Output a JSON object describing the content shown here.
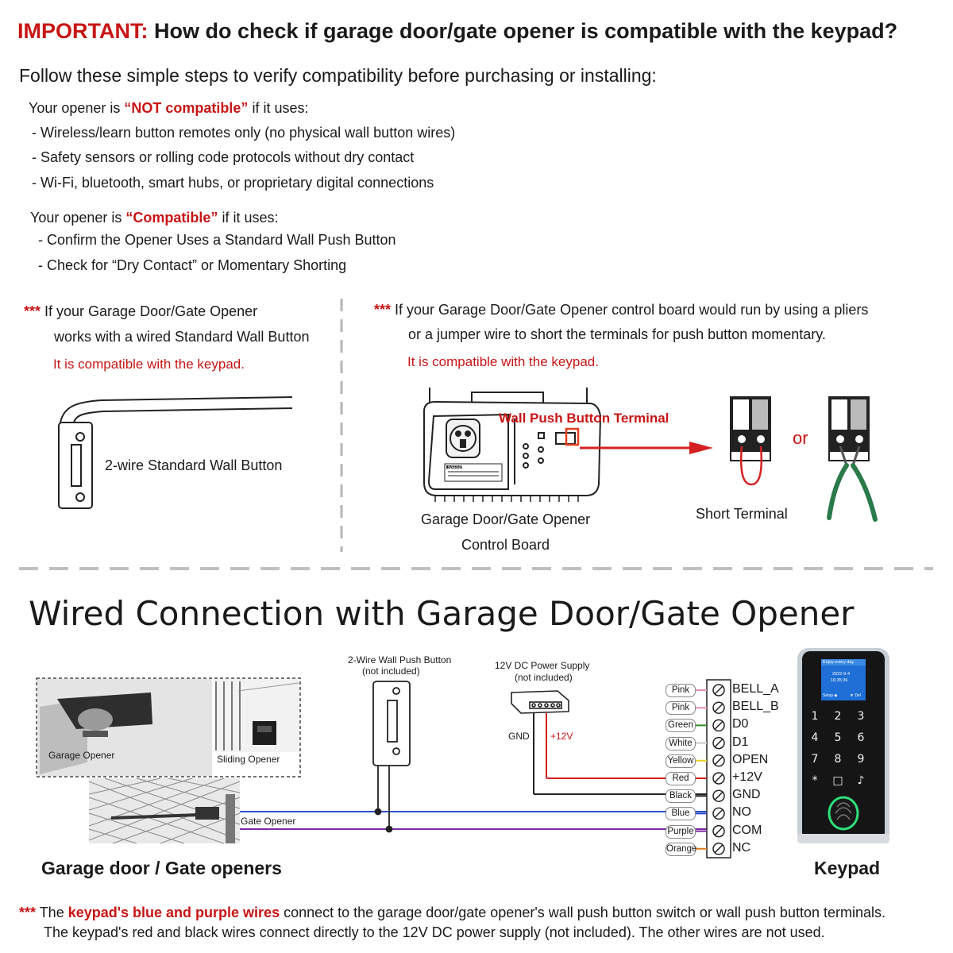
{
  "header": {
    "important": "IMPORTANT:",
    "question": " How do check if garage door/gate opener is compatible with the keypad?",
    "intro": "Follow these simple steps to verify compatibility before purchasing or installing:"
  },
  "not_compatible": {
    "prefix": "Your opener is ",
    "keyword": "“NOT compatible”",
    "suffix": " if it uses:",
    "items": [
      "- Wireless/learn button remotes only (no physical wall button wires)",
      "- Safety sensors or rolling code protocols without dry contact",
      "- Wi-Fi, bluetooth, smart hubs, or proprietary digital connections"
    ]
  },
  "compatible": {
    "prefix": "Your opener is ",
    "keyword": "“Compatible”",
    "suffix": " if it uses:",
    "items": [
      "- Confirm the Opener Uses a Standard Wall Push Button",
      "- Check for “Dry Contact” or Momentary Shorting"
    ]
  },
  "left_panel": {
    "stars": "***",
    "line1": " If your Garage Door/Gate Opener",
    "line2": "works with a wired Standard Wall Button",
    "line3": "It is compatible with the keypad.",
    "button_label": "2-wire Standard Wall Button"
  },
  "right_panel": {
    "stars": "***",
    "line1": " If your Garage Door/Gate Opener control board would run by using a pliers",
    "line2": "or a jumper wire to short the terminals for push button momentary.",
    "line3": "It is compatible with the keypad.",
    "terminal_label": "Wall Push Button Terminal",
    "board_label_1": "Garage Door/Gate Opener",
    "board_label_2": "Control Board",
    "or": "or",
    "short_terminal": "Short Terminal",
    "warning": "WARNING"
  },
  "wiring": {
    "title": "Wired Connection with Garage Door/Gate Opener",
    "garage_opener": "Garage Opener",
    "sliding_opener": "Sliding Opener",
    "gate_opener": "Gate Opener",
    "openers_caption": "Garage door / Gate openers",
    "wall_button_1": "2-Wire Wall Push Button",
    "wall_button_2": "(not included)",
    "psu_1": "12V DC Power Supply",
    "psu_2": "(not included)",
    "gnd": "GND",
    "plus12": "+12V",
    "keypad_caption": "Keypad",
    "keypad_screen_1": "Enjoy every day",
    "keypad_screen_2": "2022-9-4",
    "keypad_screen_3": "16:35:36",
    "keypad_screen_4": "Setup ◆",
    "keypad_screen_5": "▼ Del",
    "keys": [
      "1",
      "2",
      "3",
      "4",
      "5",
      "6",
      "7",
      "8",
      "9",
      "*",
      "□",
      "♪"
    ],
    "wires": [
      {
        "color_name": "Pink",
        "terminal": "BELL_A",
        "hex": "#e58fa6"
      },
      {
        "color_name": "Pink",
        "terminal": "BELL_B",
        "hex": "#e58fa6"
      },
      {
        "color_name": "Green",
        "terminal": "D0",
        "hex": "#2e8b2e"
      },
      {
        "color_name": "White",
        "terminal": "D1",
        "hex": "#cccccc"
      },
      {
        "color_name": "Yellow",
        "terminal": "OPEN",
        "hex": "#e8d21e"
      },
      {
        "color_name": "Red",
        "terminal": "+12V",
        "hex": "#d42020"
      },
      {
        "color_name": "Black",
        "terminal": "GND",
        "hex": "#222222"
      },
      {
        "color_name": "Blue",
        "terminal": "NO",
        "hex": "#2d4fd0"
      },
      {
        "color_name": "Purple",
        "terminal": "COM",
        "hex": "#7a2ba0"
      },
      {
        "color_name": "Orange",
        "terminal": "NC",
        "hex": "#e07a1c"
      }
    ]
  },
  "footer": {
    "stars": "***",
    "line1_a": " The ",
    "line1_b": "keypad's blue and purple wires",
    "line1_c": " connect to the garage door/gate opener's wall push button switch or wall push button terminals.",
    "line2": "The keypad's red and black wires connect directly to the 12V DC power supply (not included). The other wires are not used."
  },
  "colors": {
    "accent_red": "#c81414",
    "text": "#1a1a1a"
  }
}
